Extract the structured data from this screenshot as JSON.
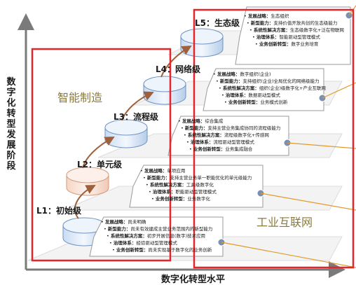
{
  "axes": {
    "y_label": "数字化转型发展阶段",
    "x_label": "数字化转型水平"
  },
  "regions": [
    {
      "id": "left",
      "title": "智能制造"
    },
    {
      "id": "right",
      "title": "工业互联网"
    }
  ],
  "levels": [
    {
      "id": "L1",
      "label": "L1：初始级",
      "lines": [
        {
          "key": "发展战略：",
          "value": "尚未明确"
        },
        {
          "key": "新型能力：",
          "value": "尚未有效建成主营业务范围内的新型能力"
        },
        {
          "key": "系统性解决方案：",
          "value": "初步开展信息(数字)技术应用"
        },
        {
          "key": "治理体系：",
          "value": "经验驱动型管理模式"
        },
        {
          "key": "业务创新转型：",
          "value": "尚未实现基于数字化的业务创新"
        }
      ]
    },
    {
      "id": "L2",
      "label": "L2：单元级",
      "lines": [
        {
          "key": "发展战略：",
          "value": "单项应用"
        },
        {
          "key": "新型能力：",
          "value": "支持主营业务单一职能优化的单元级能力"
        },
        {
          "key": "系统性解决方案：",
          "value": "工具级数字化"
        },
        {
          "key": "治理体系：",
          "value": "职能驱动型管理模式"
        },
        {
          "key": "业务创新转型：",
          "value": "业务数字化"
        }
      ]
    },
    {
      "id": "L3",
      "label": "L3：流程级",
      "lines": [
        {
          "key": "发展战略：",
          "value": "综合集成"
        },
        {
          "key": "新型能力：",
          "value": "支持主营业务集成协同的流程级能力"
        },
        {
          "key": "系统性解决方案：",
          "value": "流程级数字化+传感网"
        },
        {
          "key": "治理体系：",
          "value": "流程驱动型管理模式"
        },
        {
          "key": "业务创新转型：",
          "value": "业务集成融合"
        }
      ]
    },
    {
      "id": "L4",
      "label": "L4：网络级",
      "lines": [
        {
          "key": "发展战略：",
          "value": "数字组织(企业)"
        },
        {
          "key": "新型能力：",
          "value": "支持组织(企业)全局优化的网络级能力"
        },
        {
          "key": "系统性解决方案：",
          "value": "组织(企业)级数字化+产业互联网"
        },
        {
          "key": "治理体系：",
          "value": "数据驱动型模式"
        },
        {
          "key": "业务创新转型：",
          "value": "业务模式创新"
        }
      ]
    },
    {
      "id": "L5",
      "label": "L5：生态级",
      "lines": [
        {
          "key": "发展战略：",
          "value": "生态组织"
        },
        {
          "key": "新型能力：",
          "value": "支持价值开放共创的生态级能力"
        },
        {
          "key": "系统性解决方案：",
          "value": "生态级数字化+泛在物联网"
        },
        {
          "key": "治理体系：",
          "value": "智能驱动型管理模式"
        },
        {
          "key": "业务创新转型：",
          "value": "数字业务培育"
        }
      ]
    }
  ]
}
